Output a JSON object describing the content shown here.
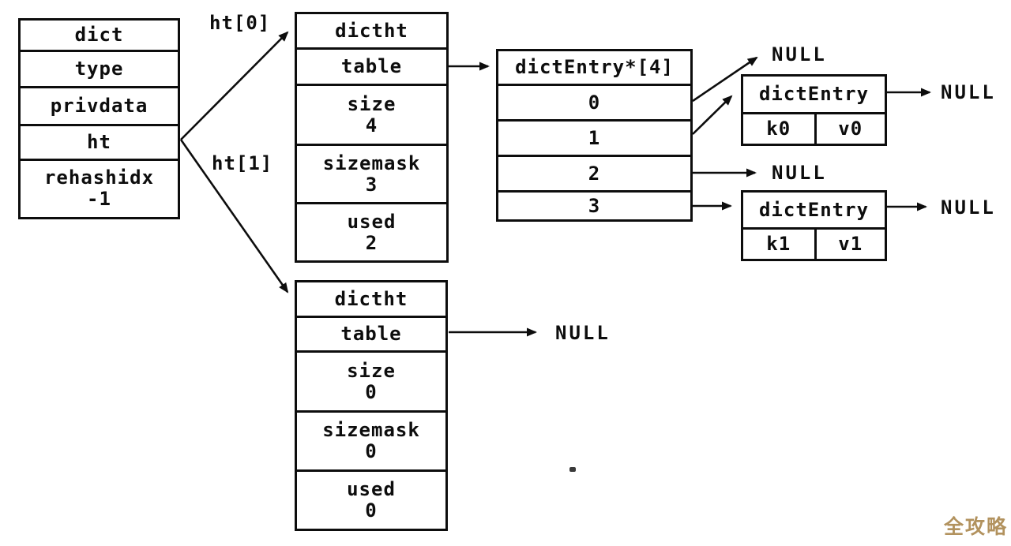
{
  "arrow_labels": {
    "ht0": "ht[0]",
    "ht1": "ht[1]"
  },
  "dict_box": {
    "rows": [
      {
        "label": "dict"
      },
      {
        "label": "type"
      },
      {
        "label": "privdata"
      },
      {
        "label": "ht"
      },
      {
        "label": "rehashidx",
        "value": "-1"
      }
    ]
  },
  "hashtable_0": {
    "rows": [
      {
        "label": "dictht"
      },
      {
        "label": "table"
      },
      {
        "label": "size",
        "value": "4"
      },
      {
        "label": "sizemask",
        "value": "3"
      },
      {
        "label": "used",
        "value": "2"
      }
    ]
  },
  "hashtable_1": {
    "rows": [
      {
        "label": "dictht"
      },
      {
        "label": "table"
      },
      {
        "label": "size",
        "value": "0"
      },
      {
        "label": "sizemask",
        "value": "0"
      },
      {
        "label": "used",
        "value": "0"
      }
    ]
  },
  "bucket_array": {
    "header": "dictEntry*[4]",
    "slots": [
      "0",
      "1",
      "2",
      "3"
    ]
  },
  "entry_0": {
    "header": "dictEntry",
    "key": "k0",
    "value": "v0"
  },
  "entry_1": {
    "header": "dictEntry",
    "key": "k1",
    "value": "v1"
  },
  "null_labels": [
    "NULL",
    "NULL",
    "NULL",
    "NULL",
    "NULL"
  ],
  "watermark": {
    "text": "全攻略",
    "color": "#b2925e"
  }
}
